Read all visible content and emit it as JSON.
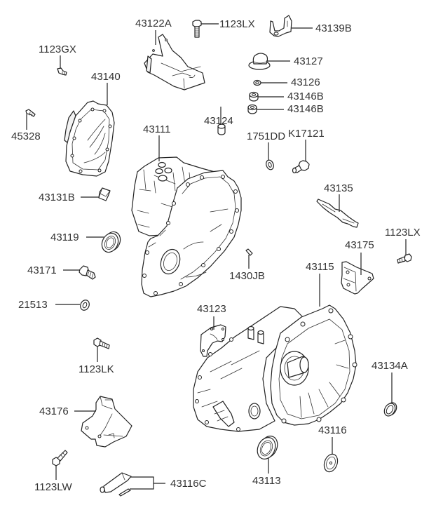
{
  "diagram": {
    "title": "Transaxle case exploded parts diagram",
    "background": "#ffffff",
    "line_color": "#222222",
    "text_color": "#333333"
  },
  "callouts": {
    "p43122A": "43122A",
    "p1123LX_top": "1123LX",
    "p43139B": "43139B",
    "p1123GX": "1123GX",
    "p43140": "43140",
    "p43127": "43127",
    "p43126": "43126",
    "p43146B_1": "43146B",
    "p43146B_2": "43146B",
    "p45328": "45328",
    "p43111": "43111",
    "p43124": "43124",
    "pK17121": "K17121",
    "p1751DD": "1751DD",
    "p43131B": "43131B",
    "p43135": "43135",
    "p1123LX_right": "1123LX",
    "p43119": "43119",
    "p43175": "43175",
    "p43171": "43171",
    "p1430JB": "1430JB",
    "p43115": "43115",
    "p21513": "21513",
    "p43123": "43123",
    "p1123LK": "1123LK",
    "p43134A": "43134A",
    "p43176": "43176",
    "p43116": "43116",
    "p1123LW": "1123LW",
    "p43116C": "43116C",
    "p43113": "43113"
  },
  "parts": [
    {
      "number": "43122A",
      "depiction": "mounting-bracket"
    },
    {
      "number": "1123LX",
      "depiction": "flange-bolt"
    },
    {
      "number": "43139B",
      "depiction": "small-bracket"
    },
    {
      "number": "1123GX",
      "depiction": "bolt"
    },
    {
      "number": "43140",
      "depiction": "end-cover"
    },
    {
      "number": "43127",
      "depiction": "rubber-boot"
    },
    {
      "number": "43126",
      "depiction": "bushing"
    },
    {
      "number": "43146B",
      "depiction": "bushing",
      "count": 2
    },
    {
      "number": "45328",
      "depiction": "bolt"
    },
    {
      "number": "43111",
      "depiction": "transaxle-case"
    },
    {
      "number": "43124",
      "depiction": "plug"
    },
    {
      "number": "K17121",
      "depiction": "drain-plug"
    },
    {
      "number": "1751DD",
      "depiction": "gasket-washer"
    },
    {
      "number": "43131B",
      "depiction": "magnet"
    },
    {
      "number": "43135",
      "depiction": "oil-guide"
    },
    {
      "number": "43119",
      "depiction": "oil-seal"
    },
    {
      "number": "43175",
      "depiction": "bracket"
    },
    {
      "number": "43171",
      "depiction": "plug-bolt"
    },
    {
      "number": "1430JB",
      "depiction": "dowel-pin"
    },
    {
      "number": "43115",
      "depiction": "clutch-housing"
    },
    {
      "number": "21513",
      "depiction": "washer"
    },
    {
      "number": "43123",
      "depiction": "plate-bracket"
    },
    {
      "number": "1123LK",
      "depiction": "flange-bolt"
    },
    {
      "number": "43134A",
      "depiction": "seal-ring"
    },
    {
      "number": "43176",
      "depiction": "cover-bracket"
    },
    {
      "number": "43116",
      "depiction": "plug-cap"
    },
    {
      "number": "1123LW",
      "depiction": "flange-bolt"
    },
    {
      "number": "43116C",
      "depiction": "breather-set"
    },
    {
      "number": "43113",
      "depiction": "oil-seal"
    }
  ]
}
